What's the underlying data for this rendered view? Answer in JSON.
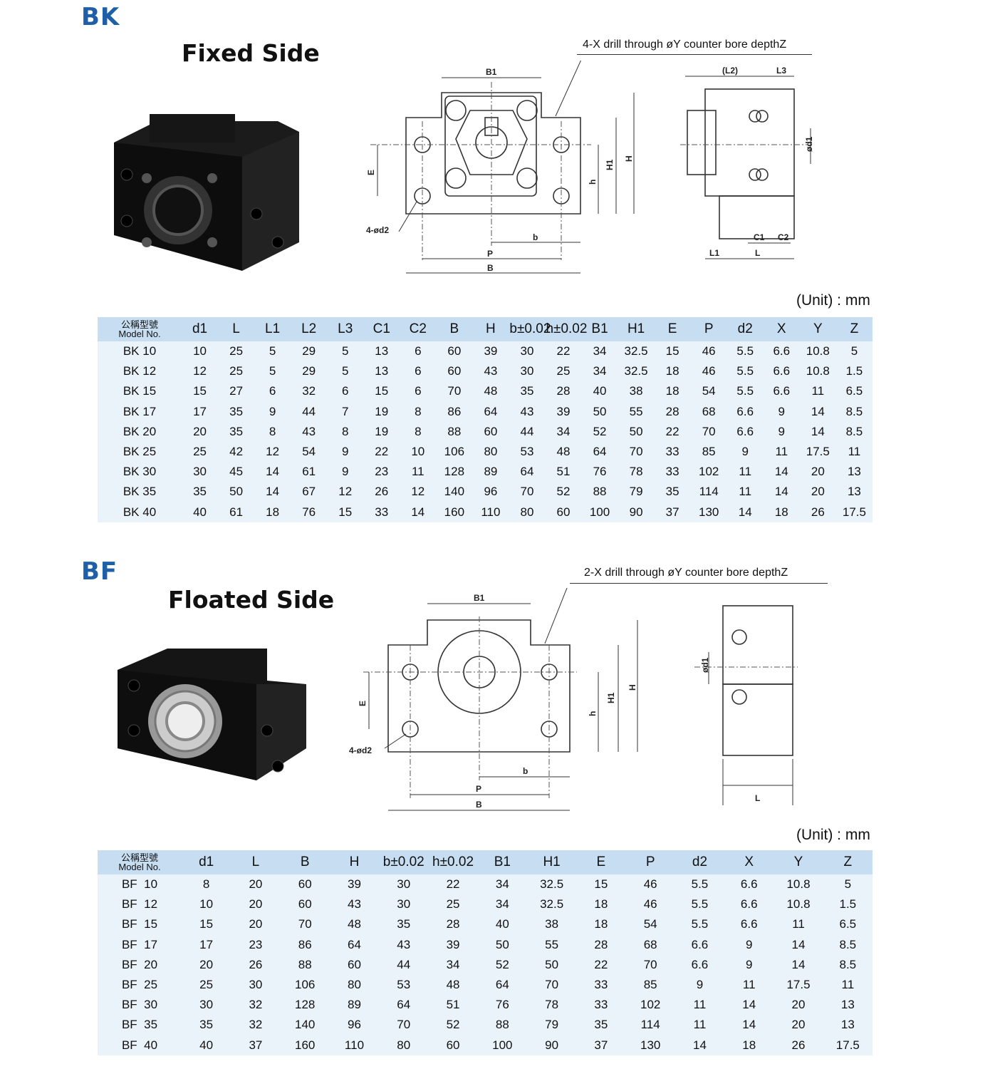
{
  "bk": {
    "code": "BK",
    "title": "Fixed Side",
    "callout": "4-X drill through øY counter bore depthZ",
    "unit": "(Unit) : mm",
    "dims": {
      "B1": "B1",
      "E": "E",
      "H1": "H1",
      "H": "H",
      "h": "h",
      "b": "b",
      "P": "P",
      "B": "B",
      "d2": "4-ød2",
      "L2": "(L2)",
      "L3": "L3",
      "d1": "ød1",
      "C1": "C1",
      "C2": "C2",
      "L1": "L1",
      "L": "L"
    },
    "columns": [
      "d1",
      "L",
      "L1",
      "L2",
      "L3",
      "C1",
      "C2",
      "B",
      "H",
      "b±0.02",
      "h±0.02",
      "B1",
      "H1",
      "E",
      "P",
      "d2",
      "X",
      "Y",
      "Z"
    ],
    "model_header": [
      "公稱型號",
      "Model No."
    ],
    "rows": [
      [
        "BK 10",
        "10",
        "25",
        "5",
        "29",
        "5",
        "13",
        "6",
        "60",
        "39",
        "30",
        "22",
        "34",
        "32.5",
        "15",
        "46",
        "5.5",
        "6.6",
        "10.8",
        "5"
      ],
      [
        "BK 12",
        "12",
        "25",
        "5",
        "29",
        "5",
        "13",
        "6",
        "60",
        "43",
        "30",
        "25",
        "34",
        "32.5",
        "18",
        "46",
        "5.5",
        "6.6",
        "10.8",
        "1.5"
      ],
      [
        "BK 15",
        "15",
        "27",
        "6",
        "32",
        "6",
        "15",
        "6",
        "70",
        "48",
        "35",
        "28",
        "40",
        "38",
        "18",
        "54",
        "5.5",
        "6.6",
        "11",
        "6.5"
      ],
      [
        "BK 17",
        "17",
        "35",
        "9",
        "44",
        "7",
        "19",
        "8",
        "86",
        "64",
        "43",
        "39",
        "50",
        "55",
        "28",
        "68",
        "6.6",
        "9",
        "14",
        "8.5"
      ],
      [
        "BK 20",
        "20",
        "35",
        "8",
        "43",
        "8",
        "19",
        "8",
        "88",
        "60",
        "44",
        "34",
        "52",
        "50",
        "22",
        "70",
        "6.6",
        "9",
        "14",
        "8.5"
      ],
      [
        "BK 25",
        "25",
        "42",
        "12",
        "54",
        "9",
        "22",
        "10",
        "106",
        "80",
        "53",
        "48",
        "64",
        "70",
        "33",
        "85",
        "9",
        "11",
        "17.5",
        "11"
      ],
      [
        "BK 30",
        "30",
        "45",
        "14",
        "61",
        "9",
        "23",
        "11",
        "128",
        "89",
        "64",
        "51",
        "76",
        "78",
        "33",
        "102",
        "11",
        "14",
        "20",
        "13"
      ],
      [
        "BK 35",
        "35",
        "50",
        "14",
        "67",
        "12",
        "26",
        "12",
        "140",
        "96",
        "70",
        "52",
        "88",
        "79",
        "35",
        "114",
        "11",
        "14",
        "20",
        "13"
      ],
      [
        "BK 40",
        "40",
        "61",
        "18",
        "76",
        "15",
        "33",
        "14",
        "160",
        "110",
        "80",
        "60",
        "100",
        "90",
        "37",
        "130",
        "14",
        "18",
        "26",
        "17.5"
      ]
    ]
  },
  "bf": {
    "code": "BF",
    "title": "Floated Side",
    "callout": "2-X drill through øY counter bore depthZ",
    "unit": "(Unit) : mm",
    "dims": {
      "B1": "B1",
      "E": "E",
      "H1": "H1",
      "H": "H",
      "h": "h",
      "b": "b",
      "P": "P",
      "B": "B",
      "d2": "4-ød2",
      "d1": "ød1",
      "L": "L"
    },
    "columns": [
      "d1",
      "L",
      "B",
      "H",
      "b±0.02",
      "h±0.02",
      "B1",
      "H1",
      "E",
      "P",
      "d2",
      "X",
      "Y",
      "Z"
    ],
    "model_header": [
      "公稱型號",
      "Model No."
    ],
    "rows": [
      [
        "BF  10",
        "8",
        "20",
        "60",
        "39",
        "30",
        "22",
        "34",
        "32.5",
        "15",
        "46",
        "5.5",
        "6.6",
        "10.8",
        "5"
      ],
      [
        "BF  12",
        "10",
        "20",
        "60",
        "43",
        "30",
        "25",
        "34",
        "32.5",
        "18",
        "46",
        "5.5",
        "6.6",
        "10.8",
        "1.5"
      ],
      [
        "BF  15",
        "15",
        "20",
        "70",
        "48",
        "35",
        "28",
        "40",
        "38",
        "18",
        "54",
        "5.5",
        "6.6",
        "11",
        "6.5"
      ],
      [
        "BF  17",
        "17",
        "23",
        "86",
        "64",
        "43",
        "39",
        "50",
        "55",
        "28",
        "68",
        "6.6",
        "9",
        "14",
        "8.5"
      ],
      [
        "BF  20",
        "20",
        "26",
        "88",
        "60",
        "44",
        "34",
        "52",
        "50",
        "22",
        "70",
        "6.6",
        "9",
        "14",
        "8.5"
      ],
      [
        "BF  25",
        "25",
        "30",
        "106",
        "80",
        "53",
        "48",
        "64",
        "70",
        "33",
        "85",
        "9",
        "11",
        "17.5",
        "11"
      ],
      [
        "BF  30",
        "30",
        "32",
        "128",
        "89",
        "64",
        "51",
        "76",
        "78",
        "33",
        "102",
        "11",
        "14",
        "20",
        "13"
      ],
      [
        "BF  35",
        "35",
        "32",
        "140",
        "96",
        "70",
        "52",
        "88",
        "79",
        "35",
        "114",
        "11",
        "14",
        "20",
        "13"
      ],
      [
        "BF  40",
        "40",
        "37",
        "160",
        "110",
        "80",
        "60",
        "100",
        "90",
        "37",
        "130",
        "14",
        "18",
        "26",
        "17.5"
      ]
    ]
  }
}
